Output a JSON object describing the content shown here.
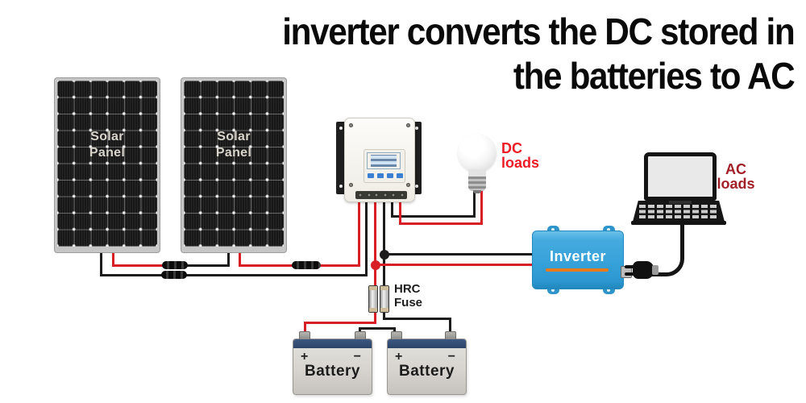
{
  "title": {
    "line1": "inverter converts the DC stored in",
    "line2": "the batteries to AC"
  },
  "labels": {
    "solar_panel_1": "Solar\nPanel",
    "solar_panel_2": "Solar\nPanel",
    "dc_loads": "DC\nloads",
    "ac_loads": "AC\nloads",
    "inverter": "Inverter",
    "fuse": "HRC\nFuse",
    "battery_1": "Battery",
    "battery_2": "Battery",
    "battery_plus": "+",
    "battery_minus": "−"
  },
  "colors": {
    "title_text": "#0a0a0a",
    "wire_red": "#d91f26",
    "wire_black": "#1c1c1c",
    "dc_loads_text": "#ed1c24",
    "ac_loads_text": "#a32028",
    "inverter_body": "#35a0d8",
    "inverter_stripe": "#e87a1e",
    "battery_top": "#2c4467"
  }
}
